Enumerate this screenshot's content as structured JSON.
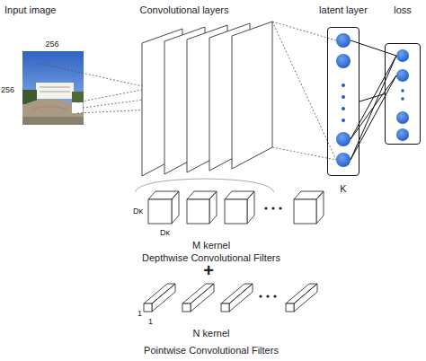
{
  "diagram": {
    "nodes": [
      {
        "text": [
          "latent layer"
        ]
      },
      {
        "text": [
          "loss"
        ]
      }
    ],
    "edges": [
      {
        "from": 0,
        "to": 1,
        "arrow": "none"
      }
    ],
    "labels": [
      "Input image",
      "Convolutional layers",
      "256",
      "256",
      "K",
      "Dκ",
      "Dκ",
      "M kernel",
      "Depthwise Convolutional Filters",
      "+",
      "1",
      "1",
      "N kernel",
      "Pointwise Convolutional Filters"
    ]
  }
}
